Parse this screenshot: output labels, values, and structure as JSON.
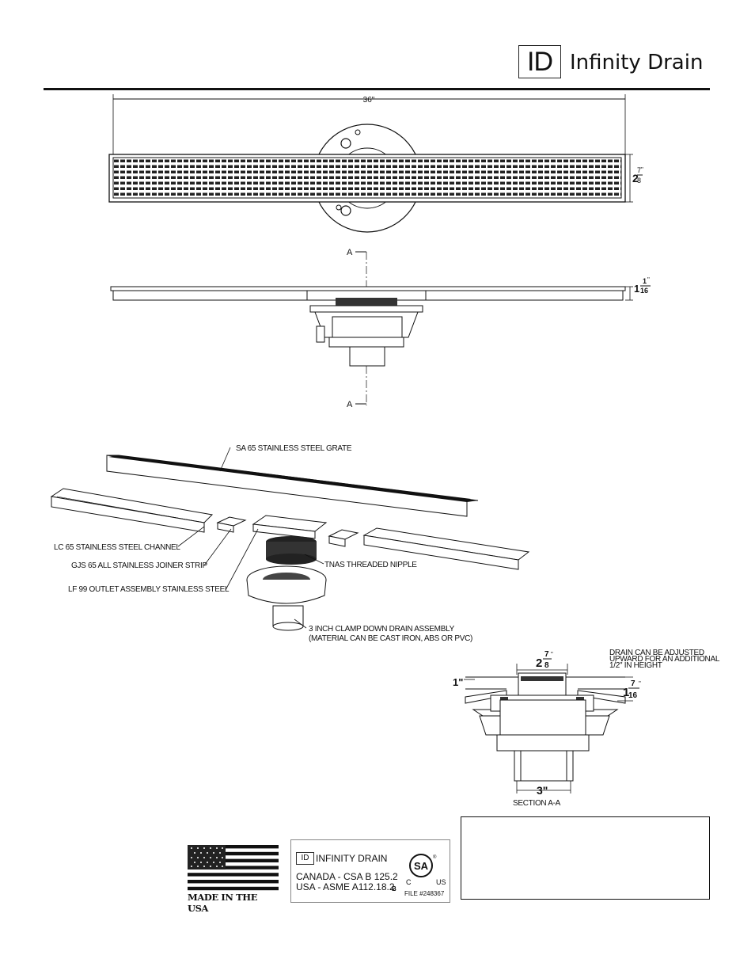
{
  "header": {
    "logo_mark": "ID",
    "brand_name": "Infinity Drain"
  },
  "top_view": {
    "length_dim": "36\"",
    "width_dim_whole": "2",
    "width_dim_num": "7",
    "width_dim_den": "8",
    "width_dim_unit": "\""
  },
  "side_view": {
    "section_mark_top": "A",
    "section_mark_bottom": "A",
    "height_dim_whole": "1",
    "height_dim_num": "1",
    "height_dim_den": "16",
    "height_dim_unit": "\""
  },
  "exploded": {
    "labels": {
      "grate": "SA 65 STAINLESS STEEL GRATE",
      "channel": "LC 65 STAINLESS STEEL CHANNEL",
      "joiner": "GJS 65 ALL STAINLESS JOINER STRIP",
      "nipple": "TNAS THREADED NIPPLE",
      "outlet": "LF 99 OUTLET ASSEMBLY STAINLESS STEEL",
      "clamp": "3 INCH CLAMP DOWN DRAIN ASSEMBLY",
      "clamp_note": "(MATERIAL CAN BE CAST IRON, ABS OR PVC)"
    }
  },
  "section": {
    "note_line1": "DRAIN CAN BE ADJUSTED",
    "note_line2": "UPWARD FOR AN ADDITIONAL",
    "note_line3": "1/2\" IN HEIGHT",
    "top_dim_whole": "2",
    "top_dim_num": "7",
    "top_dim_den": "8",
    "top_dim_unit": "\"",
    "left_dim": "1\"",
    "right_dim_whole": "1",
    "right_dim_num": "7",
    "right_dim_den": "16",
    "right_dim_unit": "\"",
    "bottom_dim": "3\"",
    "caption": "SECTION A-A"
  },
  "footer": {
    "flag_caption": "MADE IN THE USA",
    "cert": {
      "logo_mark": "ID",
      "name": "INFINITY DRAIN",
      "canada": "CANADA - CSA B 125.2",
      "usa": "USA - ASME A112.18.2",
      "class_mark": "B",
      "file": "FILE #248367",
      "csa_mark": "SA",
      "csa_c": "C",
      "csa_us": "US",
      "csa_reg": "®"
    }
  },
  "colors": {
    "ink": "#111111",
    "paper": "#ffffff"
  }
}
